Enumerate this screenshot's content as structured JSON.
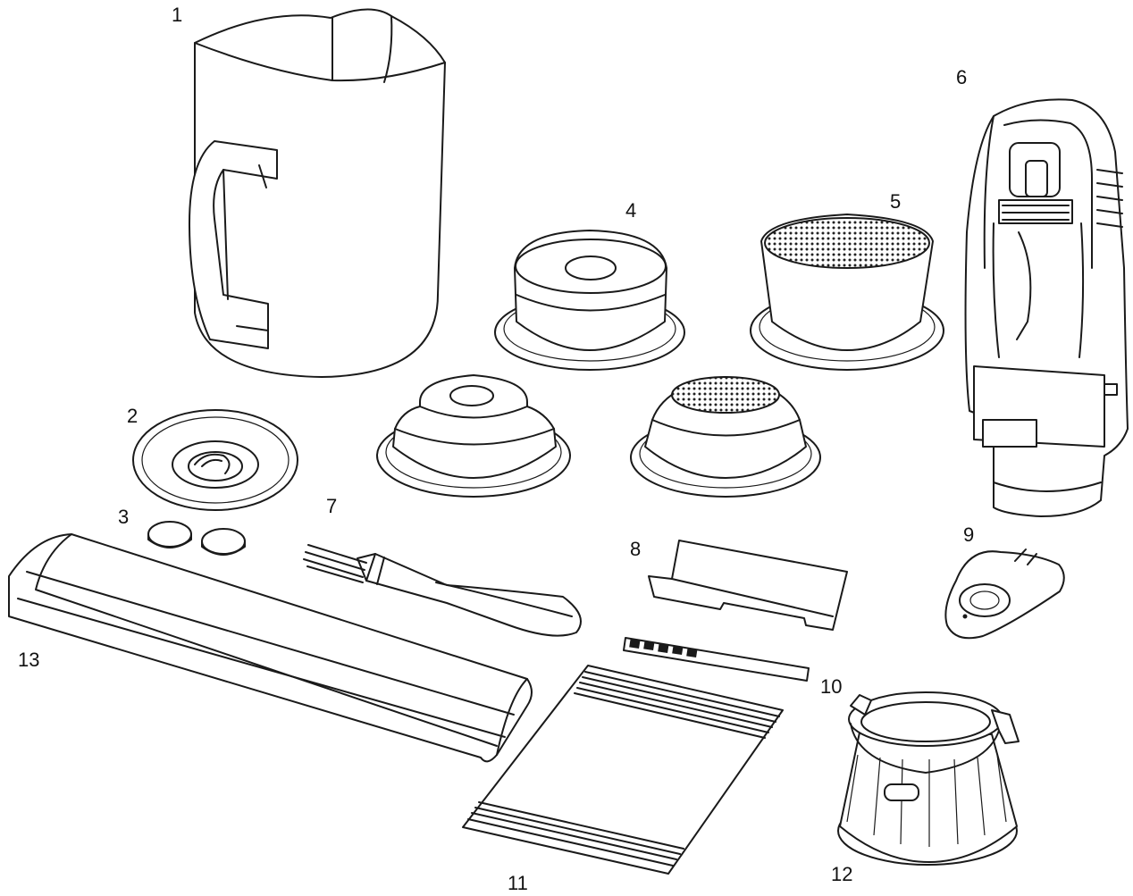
{
  "diagram": {
    "callouts": [
      "1",
      "2",
      "3",
      "4",
      "5",
      "6",
      "7",
      "8",
      "9",
      "10",
      "11",
      "12",
      "13"
    ]
  },
  "colors": {
    "ink": "#1a1a1a",
    "background": "#ffffff"
  }
}
